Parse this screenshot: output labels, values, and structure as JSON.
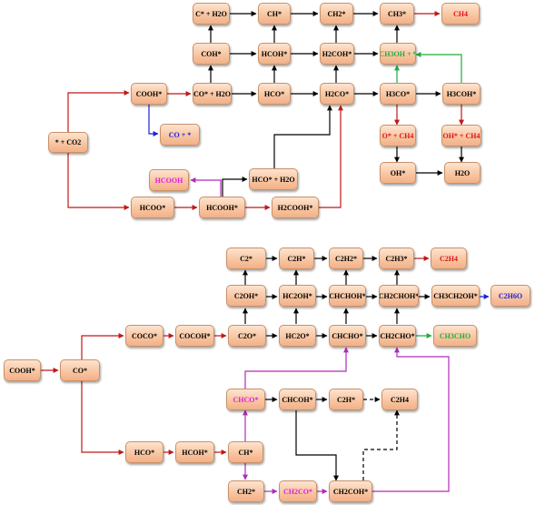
{
  "top": {
    "n1": "C* + H2O",
    "n2": "CH*",
    "n3": "CH2*",
    "n4": "CH3*",
    "n5": "CH4",
    "n6": "COH*",
    "n7": "HCOH*",
    "n8": "H2COH*",
    "n9": "CH3OH + *",
    "n10": "COOH*",
    "n11": "CO* + H2O",
    "n12": "HCO*",
    "n13": "H2CO*",
    "n14": "H3CO*",
    "n15": "H3COH*",
    "n16": "* + CO2",
    "n17": "CO + *",
    "n18": "O* + CH4",
    "n19": "OH* + CH4",
    "n20": "OH*",
    "n21": "H2O",
    "n22": "HCOOH",
    "n23": "HCO* + H2O",
    "n24": "HCOO*",
    "n25": "HCOOH*",
    "n26": "H2COOH*"
  },
  "bottom": {
    "m1": "C2*",
    "m2": "C2H*",
    "m3": "C2H2*",
    "m4": "C2H3*",
    "m5": "C2H4",
    "m6": "C2OH*",
    "m7": "HC2OH*",
    "m8": "CHCHOH*",
    "m9": "CH2CHOH*",
    "m10": "CH3CH2OH*",
    "m11": "C2H6O",
    "m12": "COCO*",
    "m13": "COCOH*",
    "m14": "C2O*",
    "m15": "HC2O*",
    "m16": "CHCHO*",
    "m17": "CH2CHO*",
    "m18": "CH3CHO",
    "m19": "COOH*",
    "m20": "CO*",
    "m21": "CHCO*",
    "m22": "CHCOH*",
    "m23": "C2H*",
    "m24": "C2H4",
    "m25": "HCO*",
    "m26": "HCOH*",
    "m27": "CH*",
    "m28": "CH2*",
    "m29": "CH2CO*",
    "m30": "CH2COH*"
  },
  "colors": {
    "black": "#000000",
    "red": "#c01818",
    "blue": "#1c22d8",
    "green": "#1fae3c",
    "magenta": "#b02ab8"
  }
}
